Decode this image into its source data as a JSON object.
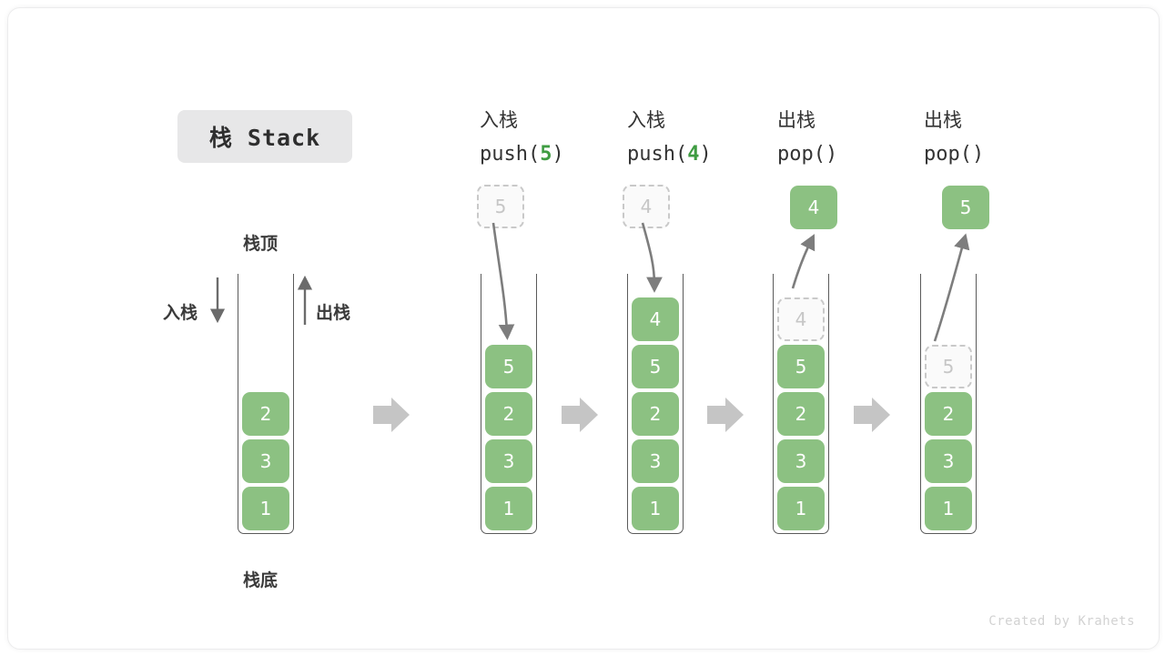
{
  "figure": {
    "title": "栈 Stack",
    "credit": "Created by Krahets",
    "accent_green": "#8cc182",
    "ghost_gray": "#c6c6c6",
    "arrow_gray": "#7d7d7d",
    "flow_arrow_gray": "#c5c5c5"
  },
  "annotations": {
    "top_label": "栈顶",
    "bottom_label": "栈底",
    "push_side_label": "入栈",
    "pop_side_label": "出栈"
  },
  "steps": [
    {
      "id": "initial",
      "op_line1": "",
      "op_line2": "",
      "op_arg": "",
      "stack": [
        "2",
        "3",
        "1"
      ],
      "ghost_in_stack": null,
      "floating_ghost": null,
      "floating_solid": null
    },
    {
      "id": "push-5",
      "op_line1": "入栈",
      "op_line2_pre": "push(",
      "op_arg": "5",
      "op_line2_post": ")",
      "stack": [
        "5",
        "2",
        "3",
        "1"
      ],
      "ghost_in_stack": null,
      "floating_ghost": "5",
      "floating_solid": null
    },
    {
      "id": "push-4",
      "op_line1": "入栈",
      "op_line2_pre": "push(",
      "op_arg": "4",
      "op_line2_post": ")",
      "stack": [
        "4",
        "5",
        "2",
        "3",
        "1"
      ],
      "ghost_in_stack": null,
      "floating_ghost": "4",
      "floating_solid": null
    },
    {
      "id": "pop-4",
      "op_line1": "出栈",
      "op_line2_pre": "pop(",
      "op_arg": "",
      "op_line2_post": ")",
      "stack": [
        "5",
        "2",
        "3",
        "1"
      ],
      "ghost_in_stack": "4",
      "floating_ghost": null,
      "floating_solid": "4"
    },
    {
      "id": "pop-5",
      "op_line1": "出栈",
      "op_line2_pre": "pop(",
      "op_arg": "",
      "op_line2_post": ")",
      "stack": [
        "2",
        "3",
        "1"
      ],
      "ghost_in_stack": "5",
      "floating_ghost": null,
      "floating_solid": "5"
    }
  ]
}
